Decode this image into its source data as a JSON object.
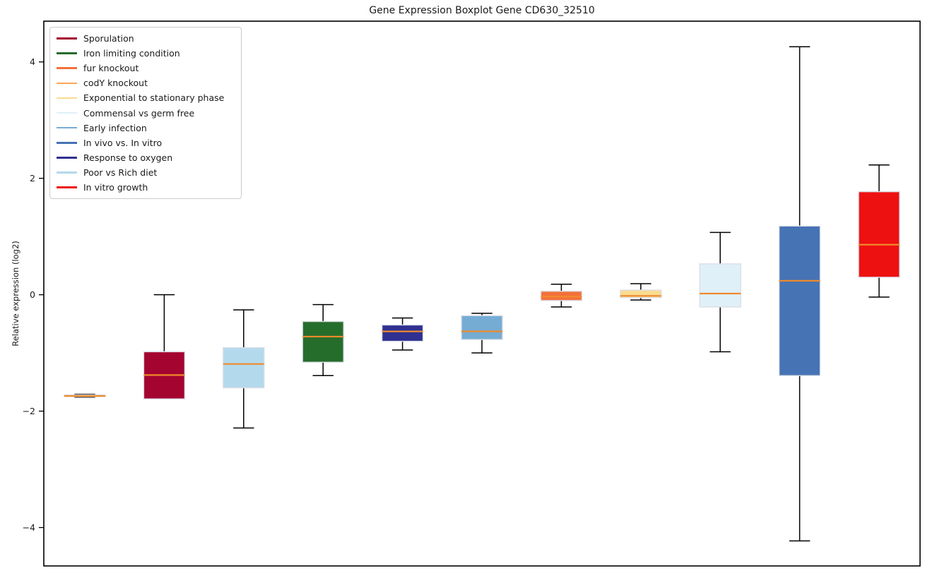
{
  "title": "Gene Expression Boxplot Gene CD630_32510",
  "y_axis": {
    "label": "Relative expression (log2)",
    "ticks": [
      4,
      2,
      0,
      -2,
      -4
    ],
    "limits": [
      -4.66,
      4.7
    ]
  },
  "x_axis": {
    "label": "",
    "ticks": []
  },
  "legend": {
    "position": "upper-left",
    "items": [
      {
        "label": "Sporulation",
        "color": "#A40430"
      },
      {
        "label": "Iron limiting condition",
        "color": "#256D2B"
      },
      {
        "label": "fur knockout",
        "color": "#F4703B"
      },
      {
        "label": "codY knockout",
        "color": "#FCA556"
      },
      {
        "label": "Exponential to stationary phase",
        "color": "#FADC90"
      },
      {
        "label": "Commensal vs germ free",
        "color": "#E0F0F8"
      },
      {
        "label": "Early infection",
        "color": "#75ACD3"
      },
      {
        "label": "In vivo vs. In vitro",
        "color": "#4673B4"
      },
      {
        "label": "Response to oxygen",
        "color": "#2F3090"
      },
      {
        "label": "Poor vs Rich diet",
        "color": "#B3D9EC"
      },
      {
        "label": "In vitro growth",
        "color": "#EE1111"
      }
    ]
  },
  "chart_data": {
    "type": "boxplot",
    "title": "Gene Expression Boxplot Gene CD630_32510",
    "ylabel": "Relative expression (log2)",
    "ylim": [
      -4.66,
      4.7
    ],
    "yticks": [
      4,
      2,
      0,
      -2,
      -4
    ],
    "grid": false,
    "legend_position": "upper-left",
    "median_color": "#EF8A2C",
    "box_edge_color": "#DBDEE8",
    "whisker_color": "#000000",
    "spine_color": "#000000",
    "series": [
      {
        "name": "codY knockout",
        "color": "#FCA556",
        "whislo": -1.76,
        "q1": -1.75,
        "med": -1.74,
        "q3": -1.72,
        "whishi": -1.71
      },
      {
        "name": "Sporulation",
        "color": "#A40430",
        "whislo": -1.79,
        "q1": -1.79,
        "med": -1.38,
        "q3": -0.98,
        "whishi": 0.0
      },
      {
        "name": "Poor vs Rich diet",
        "color": "#B3D9EC",
        "whislo": -2.29,
        "q1": -1.6,
        "med": -1.19,
        "q3": -0.91,
        "whishi": -0.26
      },
      {
        "name": "Iron limiting condition",
        "color": "#256D2B",
        "whislo": -1.39,
        "q1": -1.16,
        "med": -0.72,
        "q3": -0.46,
        "whishi": -0.17
      },
      {
        "name": "Response to oxygen",
        "color": "#2F3090",
        "whislo": -0.95,
        "q1": -0.8,
        "med": -0.63,
        "q3": -0.52,
        "whishi": -0.4
      },
      {
        "name": "Early infection",
        "color": "#75ACD3",
        "whislo": -1.0,
        "q1": -0.77,
        "med": -0.63,
        "q3": -0.36,
        "whishi": -0.32
      },
      {
        "name": "fur knockout",
        "color": "#F4703B",
        "whislo": -0.21,
        "q1": -0.1,
        "med": -0.03,
        "q3": 0.06,
        "whishi": 0.18
      },
      {
        "name": "Exponential to stationary phase",
        "color": "#FADC90",
        "whislo": -0.09,
        "q1": -0.05,
        "med": -0.02,
        "q3": 0.08,
        "whishi": 0.19
      },
      {
        "name": "Commensal vs germ free",
        "color": "#E0F0F8",
        "whislo": -0.98,
        "q1": -0.21,
        "med": 0.02,
        "q3": 0.53,
        "whishi": 1.07
      },
      {
        "name": "In vivo vs. In vitro",
        "color": "#4673B4",
        "whislo": -4.23,
        "q1": -1.39,
        "med": 0.24,
        "q3": 1.18,
        "whishi": 4.26
      },
      {
        "name": "In vitro growth",
        "color": "#EE1111",
        "whislo": -0.04,
        "q1": 0.3,
        "med": 0.86,
        "q3": 1.77,
        "whishi": 2.23
      }
    ]
  }
}
